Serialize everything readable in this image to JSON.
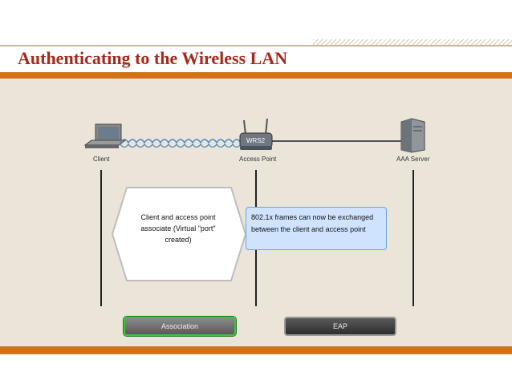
{
  "title": "Authenticating to the Wireless LAN",
  "nodes": {
    "client": "Client",
    "access_point": "Access Point",
    "router_tag": "WRS2",
    "server": "AAA Server"
  },
  "messages": {
    "association_text": "Client and access point associate (Virtual \"port\" created)",
    "eap_text": "802.1x frames can now be exchanged between the client and access point"
  },
  "buttons": {
    "association": "Association",
    "eap": "EAP"
  },
  "colors": {
    "title": "#a52a1c",
    "accent_bar": "#d2731a",
    "panel": "#ebe4d8",
    "callout_fill": "#cfe3ff",
    "selected_border": "#3cc43c"
  }
}
